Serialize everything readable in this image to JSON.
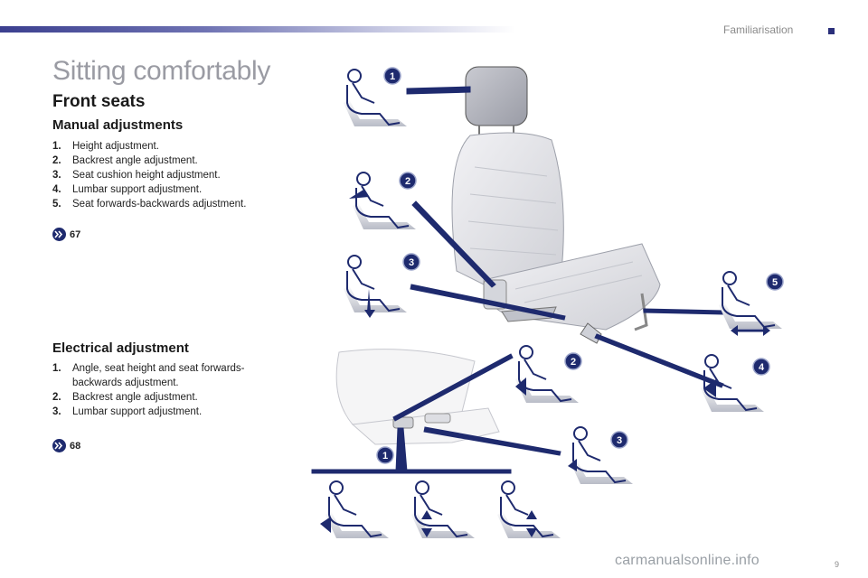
{
  "header": {
    "section": "Familiarisation"
  },
  "title": "Sitting comfortably",
  "subtitle": "Front seats",
  "manual": {
    "heading": "Manual adjustments",
    "items": [
      {
        "num": "1.",
        "text": "Height adjustment."
      },
      {
        "num": "2.",
        "text": "Backrest angle adjustment."
      },
      {
        "num": "3.",
        "text": "Seat cushion height adjustment."
      },
      {
        "num": "4.",
        "text": "Lumbar support adjustment."
      },
      {
        "num": "5.",
        "text": "Seat forwards-backwards adjustment."
      }
    ],
    "ref": "67"
  },
  "electrical": {
    "heading": "Electrical adjustment",
    "items": [
      {
        "num": "1.",
        "text": "Angle, seat height and seat forwards-backwards adjustment."
      },
      {
        "num": "2.",
        "text": "Backrest angle adjustment."
      },
      {
        "num": "3.",
        "text": "Lumbar support adjustment."
      }
    ],
    "ref": "68"
  },
  "badges": {
    "b1": "1",
    "b2": "2",
    "b3": "3",
    "b4": "4",
    "b5": "5",
    "e1": "1",
    "e2": "2",
    "e3": "3"
  },
  "page_number": "9",
  "watermark": "carmanualsonline.info",
  "colors": {
    "navy": "#1e2a6e",
    "seat_gray": "#d9d9de",
    "title_gray": "#9a9ba3"
  }
}
